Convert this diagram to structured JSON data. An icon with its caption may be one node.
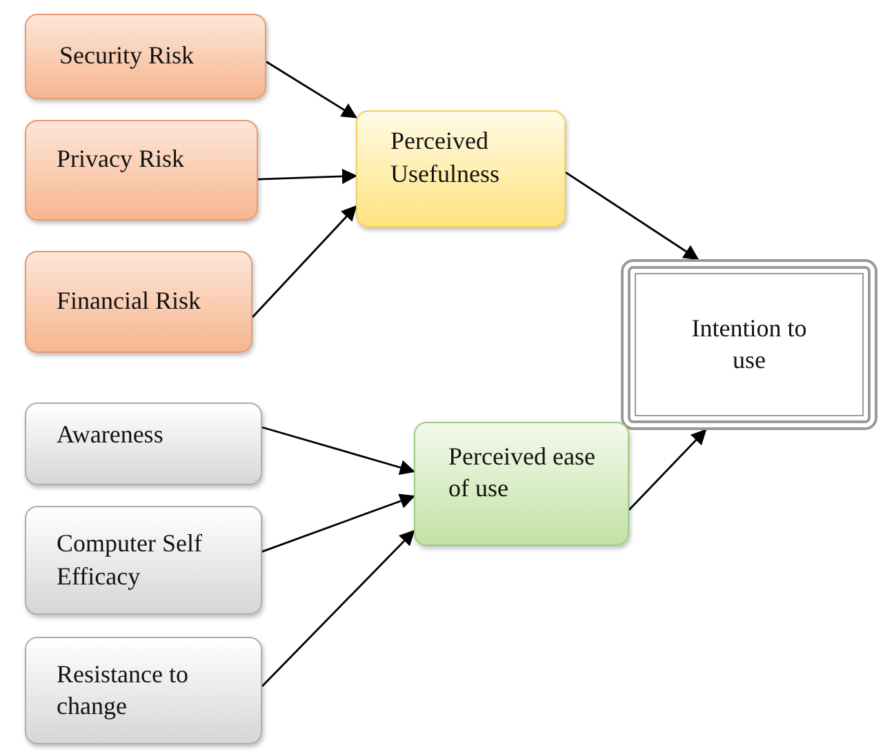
{
  "diagram": {
    "nodes": [
      {
        "text": [
          "Security Risk"
        ]
      },
      {
        "text": [
          "Privacy Risk"
        ]
      },
      {
        "text": [
          "Financial Risk"
        ]
      },
      {
        "text": [
          "Perceived Usefulness"
        ]
      },
      {
        "text": [
          "Intention to use"
        ]
      },
      {
        "text": [
          "Awareness"
        ]
      },
      {
        "text": [
          "Computer Self Efficacy"
        ]
      },
      {
        "text": [
          "Resistance to change"
        ]
      },
      {
        "text": [
          "Perceived ease of use"
        ]
      }
    ],
    "edges": [
      {
        "from": 0,
        "to": 3,
        "arrow": "to"
      },
      {
        "from": 1,
        "to": 3,
        "arrow": "to"
      },
      {
        "from": 2,
        "to": 3,
        "arrow": "to"
      },
      {
        "from": 3,
        "to": 4,
        "arrow": "to"
      },
      {
        "from": 5,
        "to": 8,
        "arrow": "to"
      },
      {
        "from": 6,
        "to": 8,
        "arrow": "to"
      },
      {
        "from": 7,
        "to": 8,
        "arrow": "to"
      },
      {
        "from": 8,
        "to": 4,
        "arrow": "to"
      }
    ]
  }
}
